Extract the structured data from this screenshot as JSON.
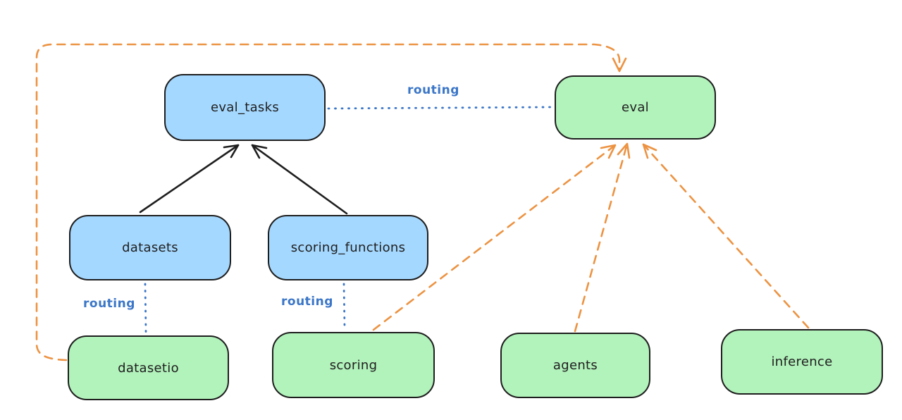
{
  "diagram": {
    "colors": {
      "node_blue_fill": "#a5d8ff",
      "node_green_fill": "#b2f2bb",
      "node_border": "#1e1e1e",
      "edge_black": "#1e1e1e",
      "edge_orange": "#ec9342",
      "routing_blue": "#3b76c8",
      "canvas_bg": "#ffffff"
    },
    "nodes": [
      {
        "id": "eval_tasks",
        "label": "eval_tasks",
        "color": "blue"
      },
      {
        "id": "eval",
        "label": "eval",
        "color": "green"
      },
      {
        "id": "datasets",
        "label": "datasets",
        "color": "blue"
      },
      {
        "id": "scoring_functions",
        "label": "scoring_functions",
        "color": "blue"
      },
      {
        "id": "datasetio",
        "label": "datasetio",
        "color": "green"
      },
      {
        "id": "scoring",
        "label": "scoring",
        "color": "green"
      },
      {
        "id": "agents",
        "label": "agents",
        "color": "green"
      },
      {
        "id": "inference",
        "label": "inference",
        "color": "green"
      }
    ],
    "edges": [
      {
        "from": "datasets",
        "to": "eval_tasks",
        "style": "solid",
        "color": "black",
        "arrow": true,
        "label": ""
      },
      {
        "from": "scoring_functions",
        "to": "eval_tasks",
        "style": "solid",
        "color": "black",
        "arrow": true,
        "label": ""
      },
      {
        "from": "eval_tasks",
        "to": "eval",
        "style": "dotted",
        "color": "blue",
        "arrow": false,
        "label": "routing"
      },
      {
        "from": "datasets",
        "to": "datasetio",
        "style": "dotted",
        "color": "blue",
        "arrow": false,
        "label": "routing"
      },
      {
        "from": "scoring_functions",
        "to": "scoring",
        "style": "dotted",
        "color": "blue",
        "arrow": false,
        "label": "routing"
      },
      {
        "from": "datasetio",
        "to": "eval",
        "style": "dashed",
        "color": "orange",
        "arrow": true,
        "label": ""
      },
      {
        "from": "scoring",
        "to": "eval",
        "style": "dashed",
        "color": "orange",
        "arrow": true,
        "label": ""
      },
      {
        "from": "agents",
        "to": "eval",
        "style": "dashed",
        "color": "orange",
        "arrow": true,
        "label": ""
      },
      {
        "from": "inference",
        "to": "eval",
        "style": "dashed",
        "color": "orange",
        "arrow": true,
        "label": ""
      }
    ]
  }
}
